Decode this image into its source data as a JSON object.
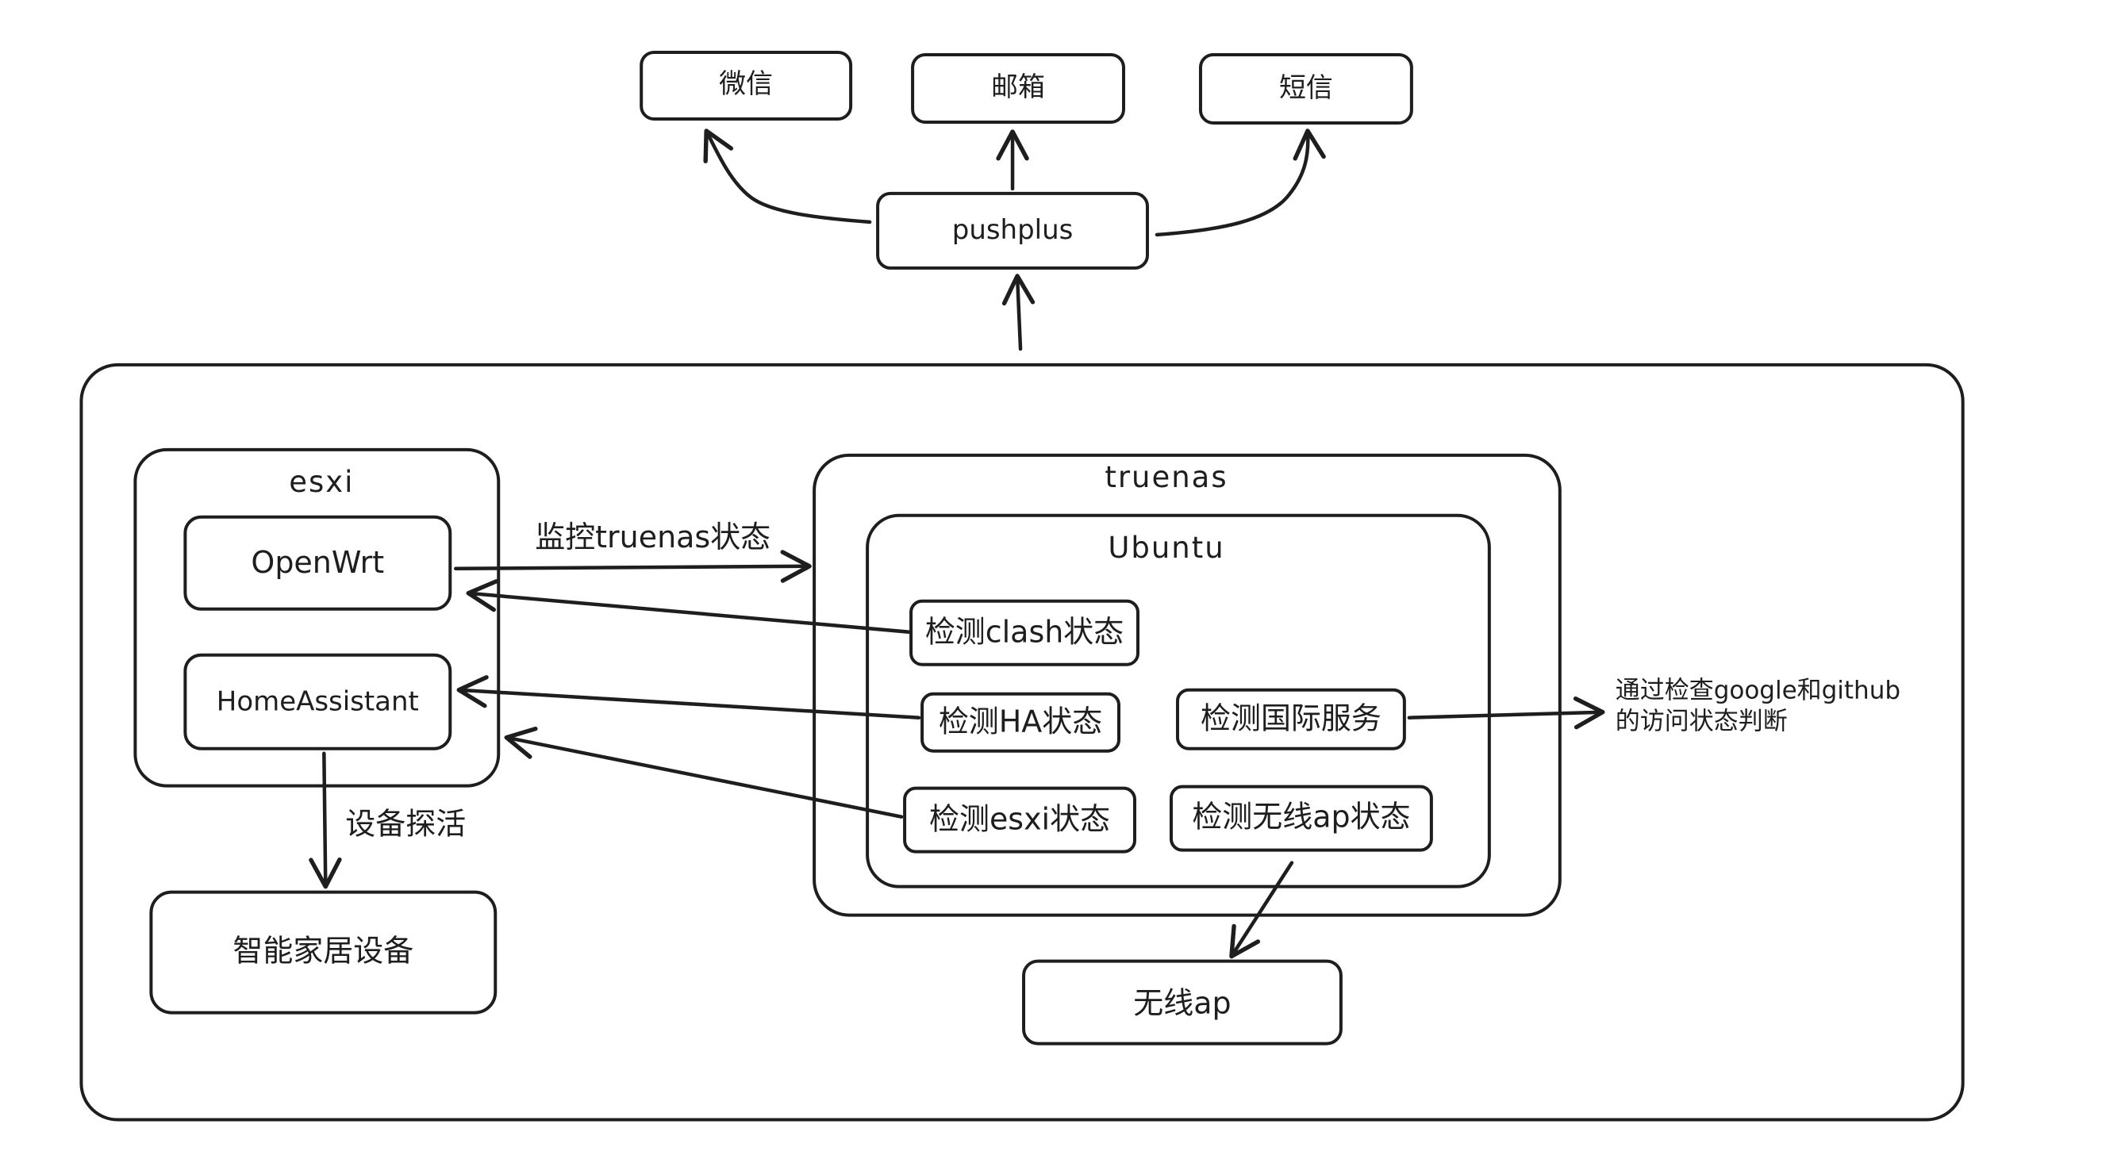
{
  "notify": {
    "wechat": "微信",
    "email": "邮箱",
    "sms": "短信",
    "pushplus": "pushplus"
  },
  "esxi": {
    "title": "esxi",
    "openwrt": "OpenWrt",
    "homeassistant": "HomeAssistant"
  },
  "truenas": {
    "title": "truenas",
    "ubuntu": {
      "title": "Ubuntu",
      "check_clash": "检测clash状态",
      "check_ha": "检测HA状态",
      "check_intl": "检测国际服务",
      "check_esxi": "检测esxi状态",
      "check_ap": "检测无线ap状态"
    }
  },
  "devices": {
    "smart_home": "智能家居设备",
    "wireless_ap": "无线ap"
  },
  "labels": {
    "monitor_truenas": "监控truenas状态",
    "device_probe": "设备探活",
    "intl_note_line1": "通过检查google和github",
    "intl_note_line2": "的访问状态判断"
  }
}
